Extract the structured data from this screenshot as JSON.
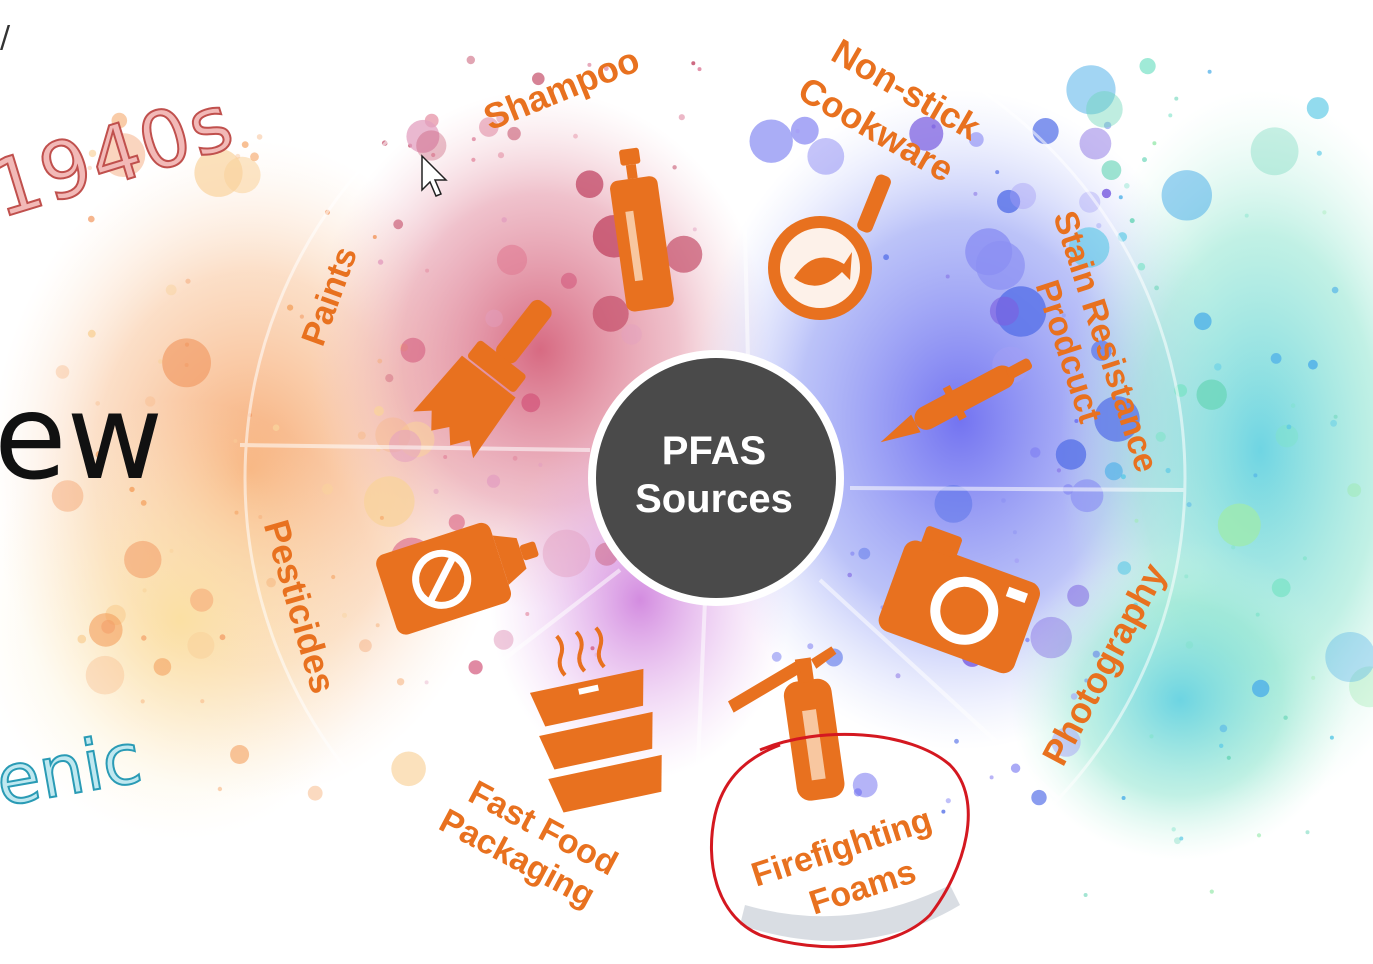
{
  "slide": {
    "year_fragment": "1940s",
    "word_fragment": "ew",
    "word_fragment_2": "enic",
    "corner_mark": "/"
  },
  "diagram": {
    "center_label_line1": "PFAS",
    "center_label_line2": "Sources",
    "sources": [
      {
        "label": "Shampoo",
        "icon": "shampoo-bottle-icon"
      },
      {
        "label": "Non-stick Cookware",
        "line1": "Non-stick",
        "line2": "Cookware",
        "icon": "frying-pan-icon"
      },
      {
        "label": "Stain Resistance Prodcuct",
        "line1": "Stain Resistance",
        "line2": "Prodcuct",
        "icon": "spray-pen-icon"
      },
      {
        "label": "Photography",
        "icon": "camera-icon"
      },
      {
        "label": "Firefighting Foams",
        "line1": "Firefighting",
        "line2": "Foams",
        "icon": "fire-extinguisher-icon"
      },
      {
        "label": "Fast Food Packaging",
        "line1": "Fast Food",
        "line2": "Packaging",
        "icon": "food-container-icon"
      },
      {
        "label": "Pesticides",
        "icon": "pesticide-canister-icon"
      },
      {
        "label": "Paints",
        "icon": "paint-brush-icon"
      }
    ],
    "highlighted": "Firefighting Foams"
  },
  "colors": {
    "accent_orange": "#e8711f",
    "center_fill": "#4a4a4a",
    "annotation_red": "#d41820"
  }
}
